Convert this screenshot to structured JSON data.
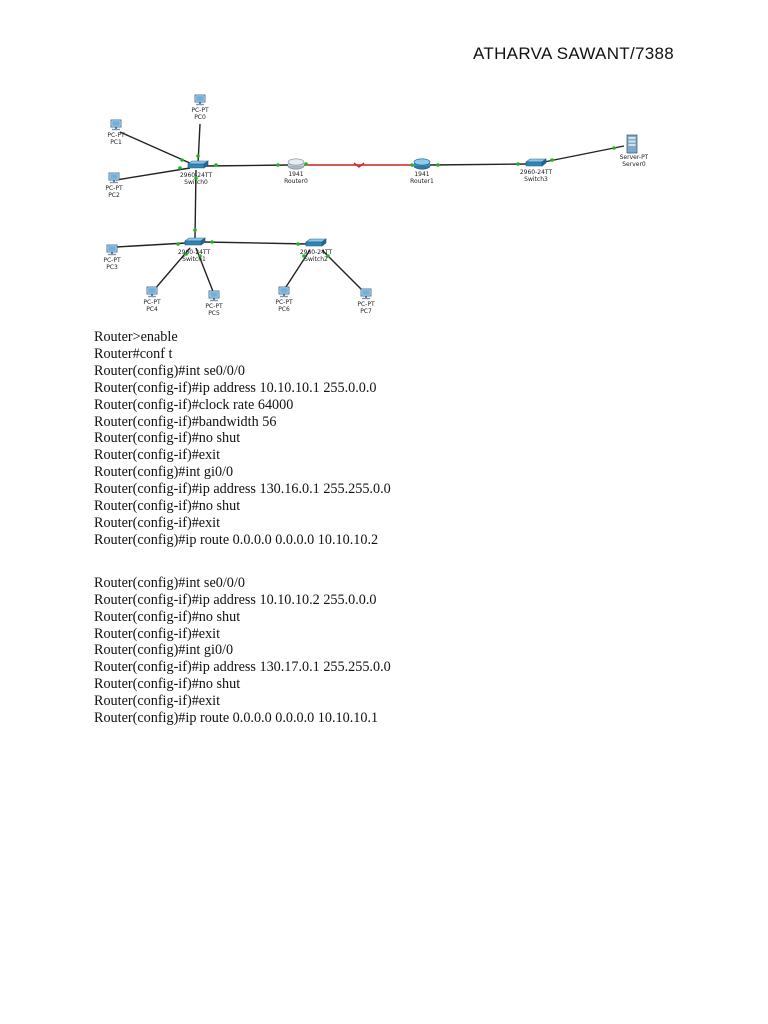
{
  "header": {
    "author": "ATHARVA SAWANT/7388"
  },
  "topology": {
    "devices": {
      "pc0": {
        "type": "PC-PT",
        "name": "PC0"
      },
      "pc1": {
        "type": "PC-PT",
        "name": "PC1"
      },
      "pc2": {
        "type": "PC-PT",
        "name": "PC2"
      },
      "pc3": {
        "type": "PC-PT",
        "name": "PC3"
      },
      "pc4": {
        "type": "PC-PT",
        "name": "PC4"
      },
      "pc5": {
        "type": "PC-PT",
        "name": "PC5"
      },
      "pc6": {
        "type": "PC-PT",
        "name": "PC6"
      },
      "pc7": {
        "type": "PC-PT",
        "name": "PC7"
      },
      "switch0": {
        "type": "2960-24TT",
        "name": "Switch0"
      },
      "switch1": {
        "type": "2960-24TT",
        "name": "Switch1"
      },
      "switch2": {
        "type": "2960-24TT",
        "name": "Switch2"
      },
      "switch3": {
        "type": "2960-24TT",
        "name": "Switch3"
      },
      "router0": {
        "type": "1941",
        "name": "Router0"
      },
      "router1": {
        "type": "1941",
        "name": "Router1"
      },
      "server0": {
        "type": "Server-PT",
        "name": "Server0"
      }
    },
    "colors": {
      "ethernet": "#222222",
      "serial": "#d02020",
      "link_dot": "#1fb31f"
    }
  },
  "config": {
    "router0": [
      "Router>enable",
      "Router#conf t",
      "Router(config)#int se0/0/0",
      "Router(config-if)#ip address 10.10.10.1 255.0.0.0",
      "Router(config-if)#clock rate 64000",
      "Router(config-if)#bandwidth 56",
      "Router(config-if)#no shut",
      "Router(config-if)#exit",
      "Router(config)#int gi0/0",
      "Router(config-if)#ip address 130.16.0.1 255.255.0.0",
      "Router(config-if)#no shut",
      "Router(config-if)#exit",
      "Router(config)#ip route 0.0.0.0 0.0.0.0 10.10.10.2"
    ],
    "router1": [
      "Router(config)#int se0/0/0",
      "Router(config-if)#ip address 10.10.10.2 255.0.0.0",
      "Router(config-if)#no shut",
      "Router(config-if)#exit",
      "Router(config)#int gi0/0",
      "Router(config-if)#ip address 130.17.0.1 255.255.0.0",
      "Router(config-if)#no shut",
      "Router(config-if)#exit",
      "Router(config)#ip route 0.0.0.0 0.0.0.0 10.10.10.1"
    ]
  }
}
